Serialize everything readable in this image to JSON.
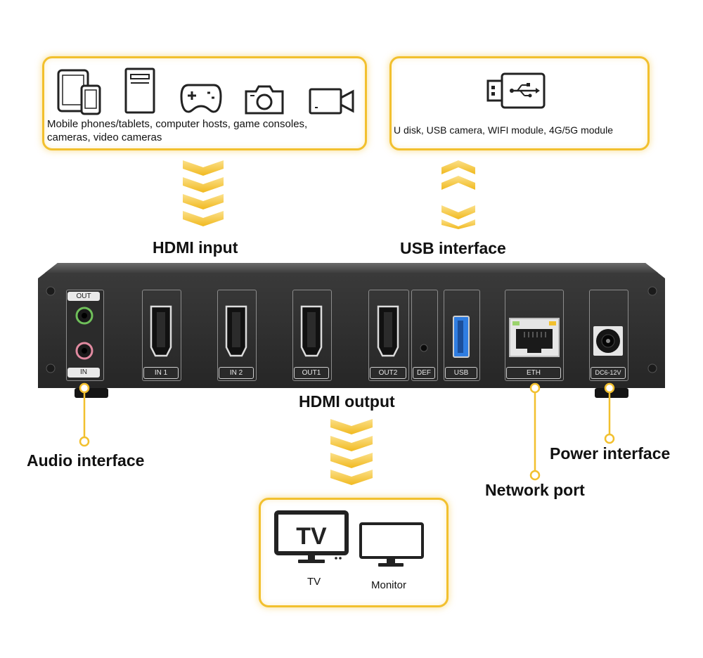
{
  "sources_box": {
    "text_line1": "Mobile phones/tablets, computer hosts, game consoles,",
    "text_line2": "cameras, video cameras",
    "icons": [
      "tablet-phone-icon",
      "computer-tower-icon",
      "gamepad-icon",
      "camera-icon",
      "video-camera-icon"
    ]
  },
  "usb_box": {
    "text": "U disk, USB camera, WIFI module, 4G/5G module",
    "icon": "usb-drive-icon"
  },
  "labels": {
    "hdmi_input": "HDMI input",
    "usb_interface": "USB interface",
    "hdmi_output": "HDMI output",
    "audio_interface": "Audio interface",
    "power_interface": "Power interface",
    "network_port": "Network port"
  },
  "device_ports": {
    "audio_out": "OUT",
    "audio_in": "IN",
    "in1": "IN 1",
    "in2": "IN 2",
    "out1": "OUT1",
    "out2": "OUT2",
    "def": "DEF",
    "usb": "USB",
    "eth": "ETH",
    "power": "DC6-12V"
  },
  "display_box": {
    "tv_screen_text": "TV",
    "tv_label": "TV",
    "monitor_label": "Monitor"
  },
  "colors": {
    "accent": "#f2c02e",
    "chassis": "#2f2f2f",
    "usb_port": "#2f7de1"
  }
}
